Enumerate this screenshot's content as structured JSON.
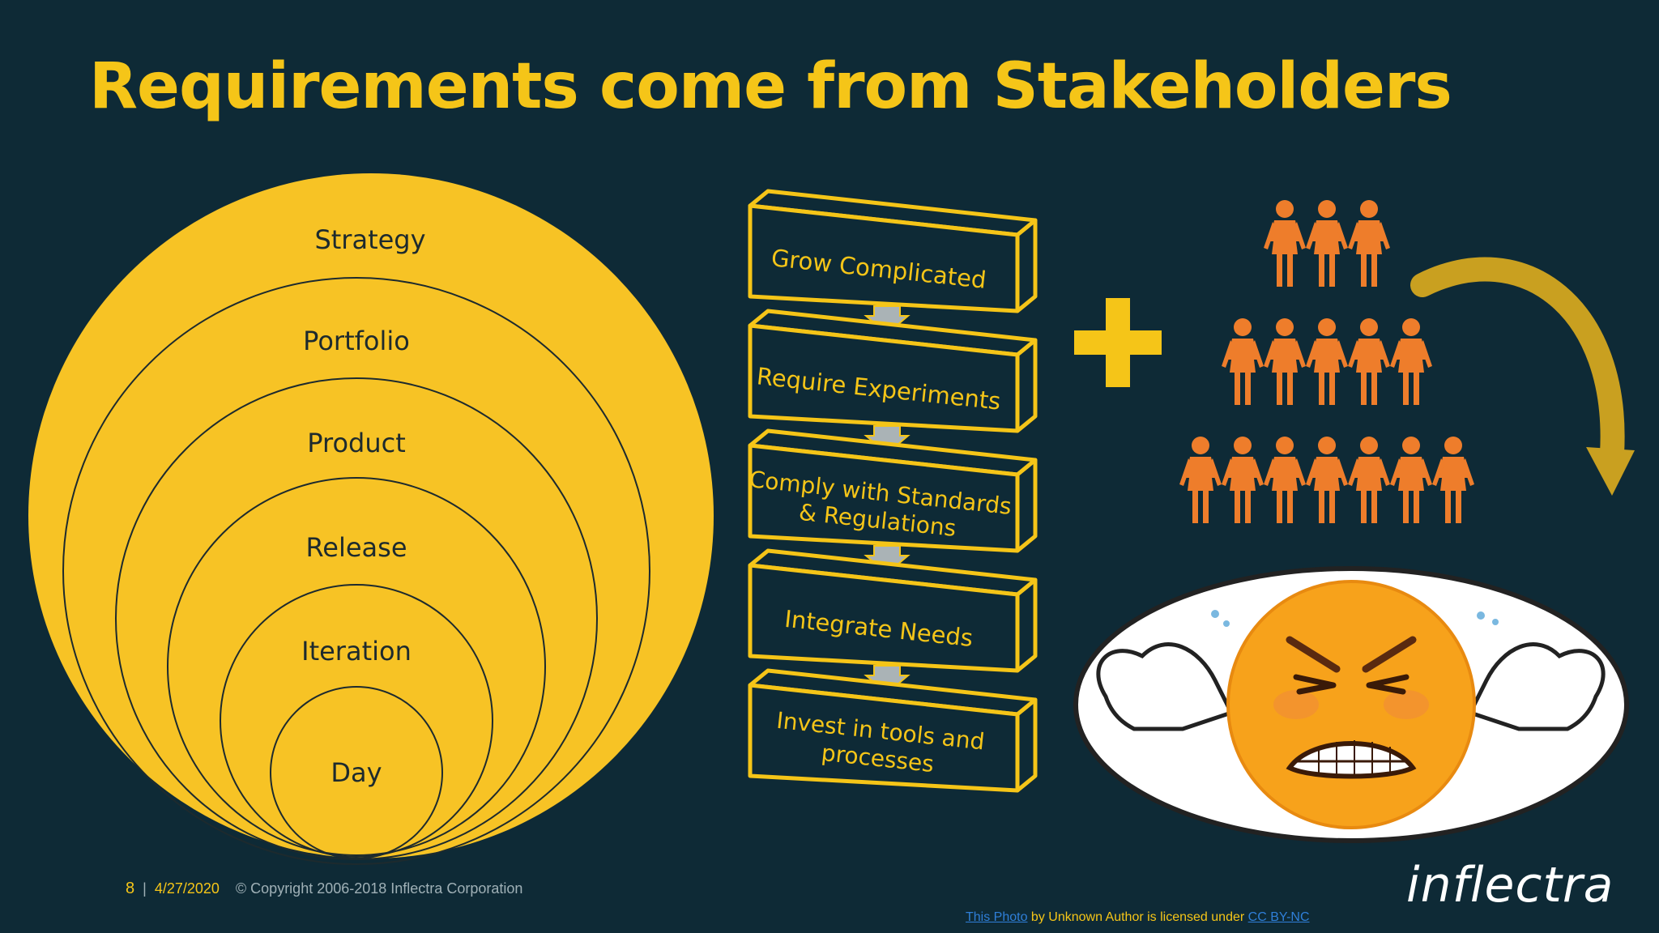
{
  "slide": {
    "title": "Requirements come from Stakeholders",
    "colors": {
      "background": "#0e2a36",
      "accent": "#f5c518",
      "people": "#ee7d2b"
    }
  },
  "circles": [
    {
      "label": "Strategy"
    },
    {
      "label": "Portfolio"
    },
    {
      "label": "Product"
    },
    {
      "label": "Release"
    },
    {
      "label": "Iteration"
    },
    {
      "label": "Day"
    }
  ],
  "steps": [
    {
      "line1": "Grow Complicated",
      "line2": ""
    },
    {
      "line1": "Require Experiments",
      "line2": ""
    },
    {
      "line1": "Comply with Standards",
      "line2": "& Regulations"
    },
    {
      "line1": "Integrate Needs",
      "line2": ""
    },
    {
      "line1": "Invest in tools and",
      "line2": "processes"
    }
  ],
  "icons": {
    "plus": "plus-icon",
    "people": "people-pyramid-icon",
    "arrow": "curved-arrow-icon",
    "face": "frustrated-face-icon"
  },
  "people_rows": [
    3,
    5,
    7
  ],
  "footer": {
    "page_number": "8",
    "separator": "|",
    "date": "4/27/2020",
    "copyright": "© Copyright 2006-2018 Inflectra Corporation"
  },
  "credit": {
    "link_text": "This Photo",
    "middle_text": " by Unknown Author is licensed under ",
    "license_text": "CC BY-NC"
  },
  "logo": {
    "text": "inflectra"
  }
}
